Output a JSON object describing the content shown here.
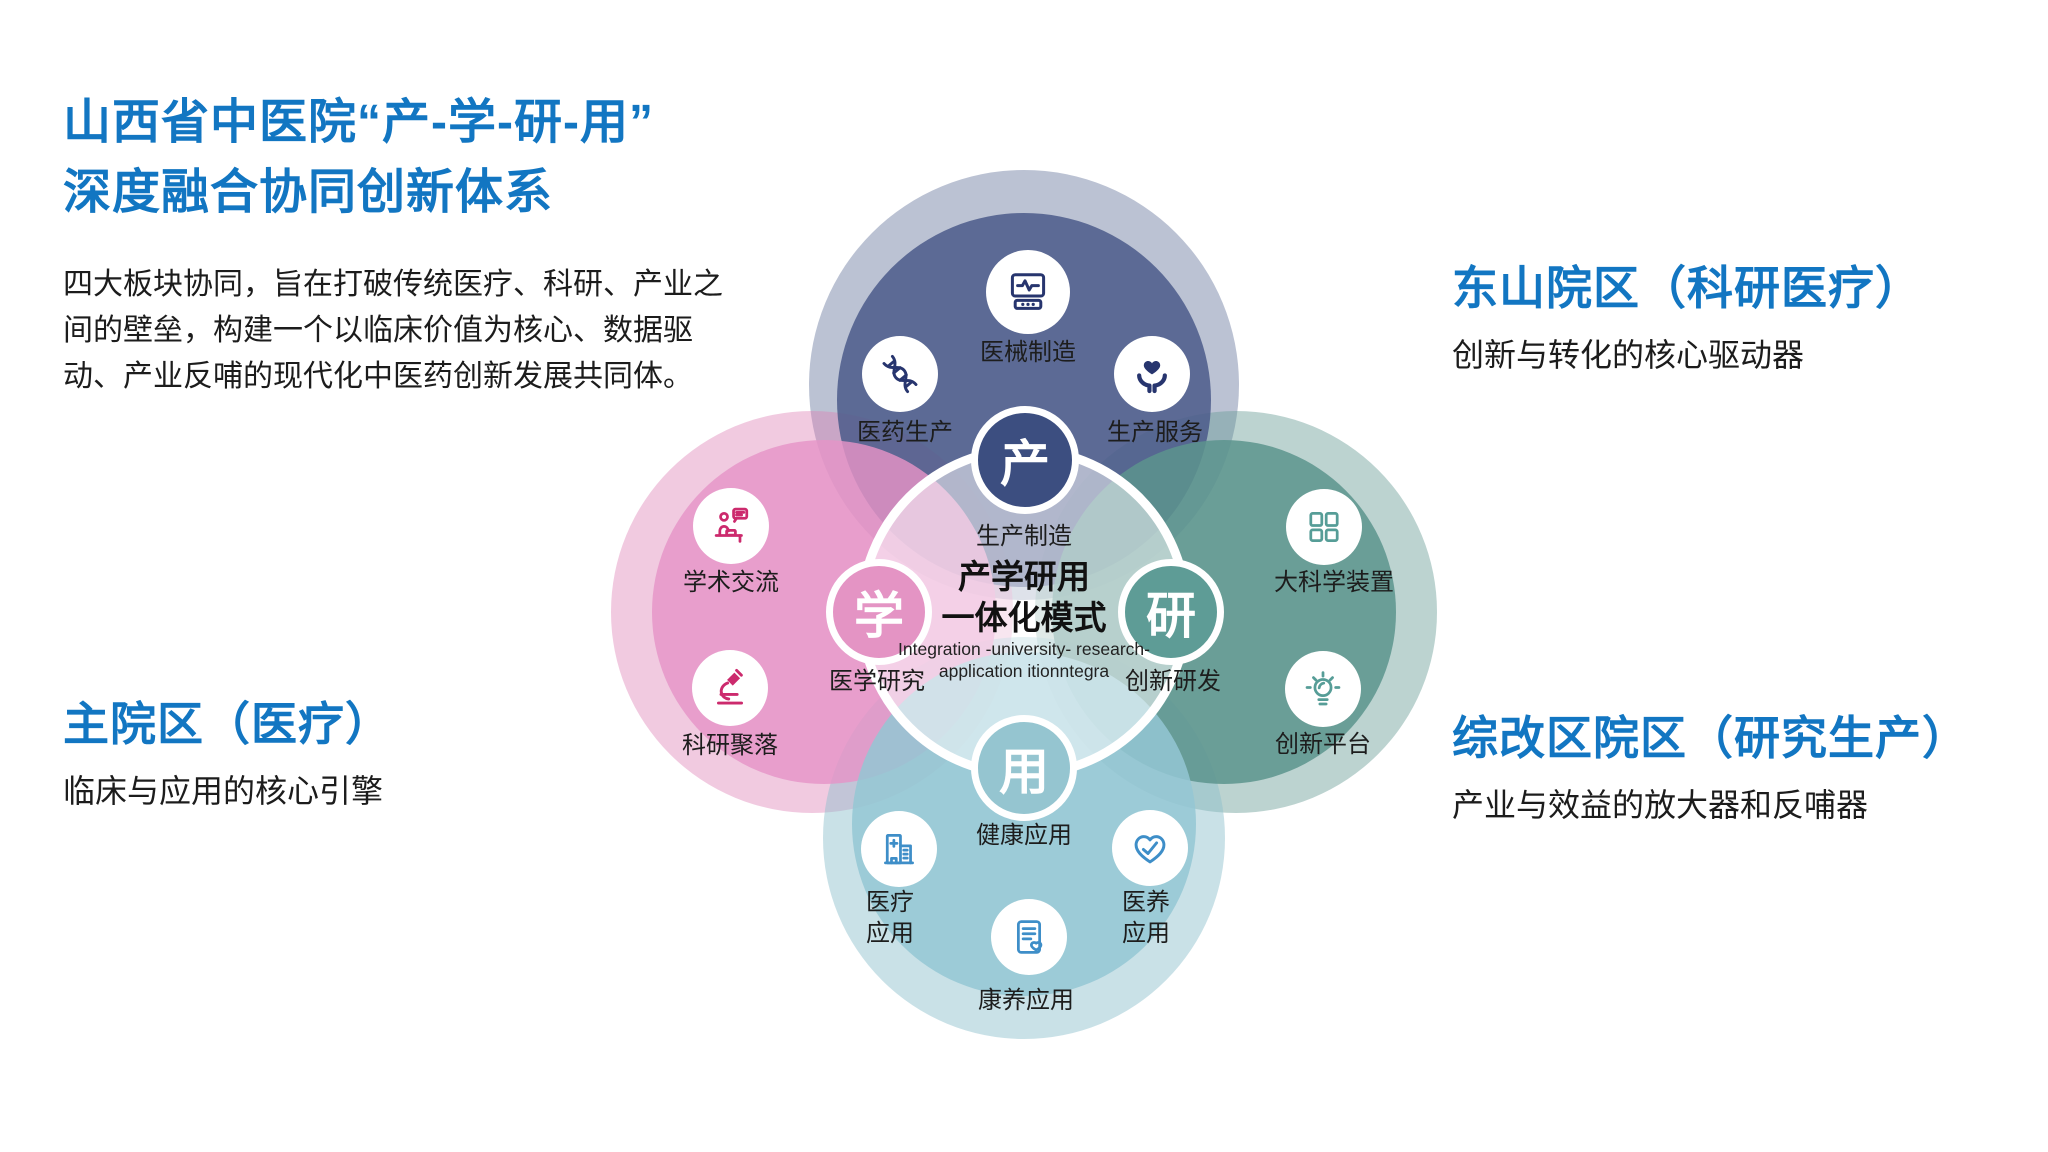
{
  "page": {
    "title_line1": "山西省中医院“产-学-研-用”",
    "title_line2": "深度融合协同创新体系",
    "description": "四大板块协同，旨在打破传统医疗、科研、产业之间的壁垒，构建一个以临床价值为核心、数据驱动、产业反哺的现代化中医药创新发展共同体。"
  },
  "callouts": {
    "east": {
      "title": "东山院区（科研医疗）",
      "subtitle": "创新与转化的核心驱动器"
    },
    "main": {
      "title": "主院区（医疗）",
      "subtitle": "临床与应用的核心引擎"
    },
    "reform": {
      "title": "综改区院区（研究生产）",
      "subtitle": "产业与效益的放大器和反哺器"
    }
  },
  "venn": {
    "center": {
      "line1": "产学研用",
      "line2": "一体化模式",
      "en_line1": "Integration -university- research-",
      "en_line2": "application itionntegra"
    },
    "top": {
      "node": "产",
      "node_label": "生产制造",
      "items": [
        {
          "icon": "ecg-monitor-icon",
          "label": "医械制造"
        },
        {
          "icon": "dna-icon",
          "label": "医药生产"
        },
        {
          "icon": "heart-in-hands-icon",
          "label": "生产服务"
        }
      ]
    },
    "left": {
      "node": "学",
      "node_label": "医学研究",
      "items": [
        {
          "icon": "lecturer-icon",
          "label": "学术交流"
        },
        {
          "icon": "microscope-icon",
          "label": "科研聚落"
        }
      ]
    },
    "right": {
      "node": "研",
      "node_label": "创新研发",
      "items": [
        {
          "icon": "module-grid-icon",
          "label": "大科学装置"
        },
        {
          "icon": "lightbulb-icon",
          "label": "创新平台"
        }
      ]
    },
    "bottom": {
      "node": "用",
      "node_label": "健康应用",
      "items": [
        {
          "icon": "hospital-icon",
          "label": "医疗\n应用"
        },
        {
          "icon": "heart-pulse-icon",
          "label": "医养\n应用"
        },
        {
          "icon": "wellness-record-icon",
          "label": "康养应用"
        }
      ]
    }
  },
  "colors": {
    "heading_blue": "#1276c2",
    "body_text": "#1c1c1c",
    "industry_node": "#3c4e80",
    "industry_inner": "#68769c",
    "academy_node": "#e494c4",
    "research_node": "#5e9c96",
    "application_node": "#95c5d0",
    "pink_icon": "#cc2a6d",
    "navy_icon": "#27356e",
    "teal_icon": "#569d97",
    "blue_icon": "#3e8ec8"
  }
}
